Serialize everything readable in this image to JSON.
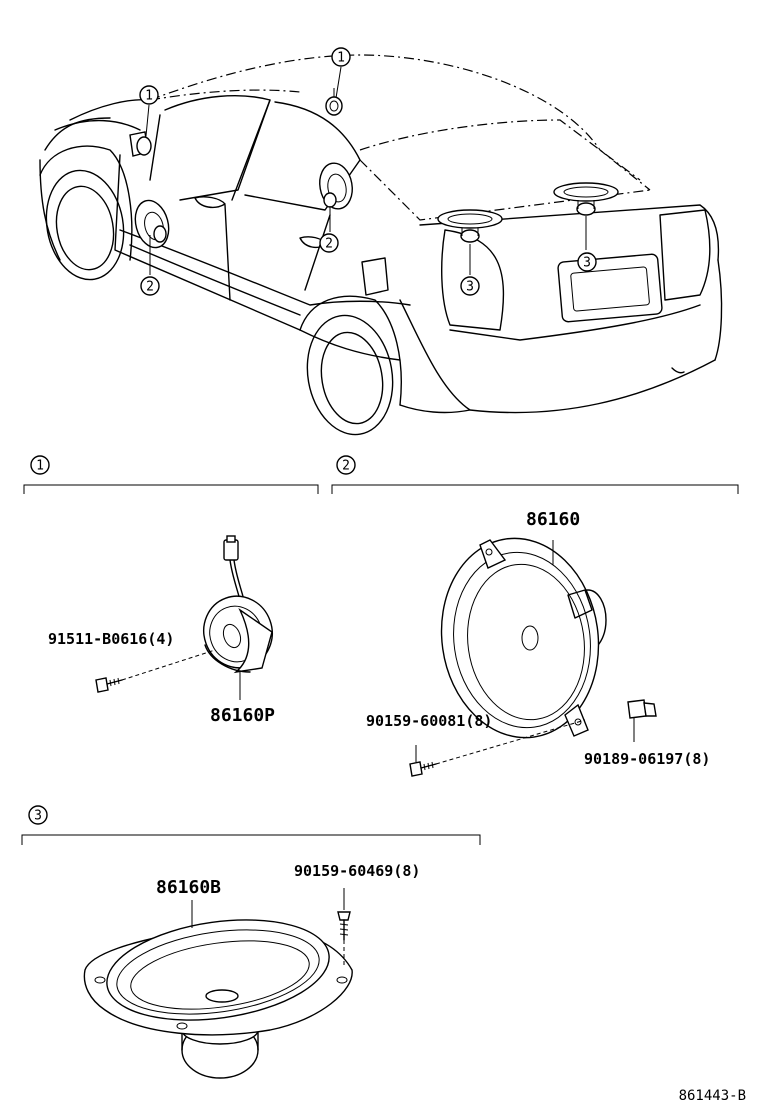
{
  "callouts": {
    "front_tweeter": "1",
    "rear_tweeter": "1",
    "front_door_speaker": "2",
    "rear_door_speaker": "2",
    "rear_shelf_left": "3",
    "rear_shelf_right": "3"
  },
  "sections": {
    "one": {
      "number": "1"
    },
    "two": {
      "number": "2"
    },
    "three": {
      "number": "3"
    }
  },
  "parts": {
    "tweeter": "86160P",
    "tweeter_screw": "91511-B0616(4)",
    "door_speaker": "86160",
    "door_screw": "90159-60081(8)",
    "door_nut": "90189-06197(8)",
    "shelf_speaker": "86160B",
    "shelf_screw": "90159-60469(8)"
  },
  "diagram_code": "861443-B"
}
